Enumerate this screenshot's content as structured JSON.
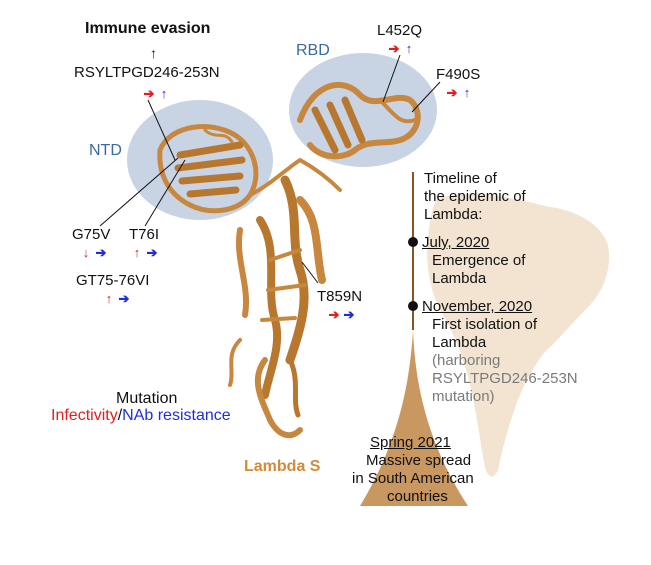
{
  "colors": {
    "protein": "#c8873f",
    "protein_dark": "#8a5521",
    "domain_fill": "#c8d3e3",
    "map": "#f3e4d2",
    "cone": "#c99760",
    "red": "#e02020",
    "blue": "#1f2fd6"
  },
  "figure": {
    "top_title": "Immune evasion",
    "up_arrow": "↑",
    "mutation_header": "RSYLTPGD246-253N",
    "domains": {
      "ntd": "NTD",
      "rbd": "RBD"
    },
    "mutations": {
      "l452q": "L452Q",
      "f490s": "F490S",
      "g75v": "G75V",
      "t76i": "T76I",
      "gt7576vi": "GT75-76VI",
      "t859n": "T859N"
    },
    "arrow_glyphs": {
      "right": "➔",
      "up": "↑",
      "down": "↓"
    },
    "legend": {
      "title": "Mutation",
      "infectivity": "Infectivity",
      "slash": "/",
      "nab": "NAb resistance"
    },
    "protein_label": "Lambda S"
  },
  "timeline": {
    "header": [
      "Timeline of",
      "the epidemic of",
      "Lambda:"
    ],
    "event1": {
      "date": "July, 2020",
      "lines": [
        "Emergence of",
        "Lambda"
      ]
    },
    "event2": {
      "date": "November, 2020",
      "lines": [
        "First isolation of",
        "Lambda"
      ],
      "note": [
        "(harboring",
        "RSYLTPGD246-253N",
        "mutation)"
      ]
    },
    "event3": {
      "date": "Spring 2021",
      "lines": [
        "Massive spread",
        "in South American",
        "countries"
      ]
    }
  }
}
